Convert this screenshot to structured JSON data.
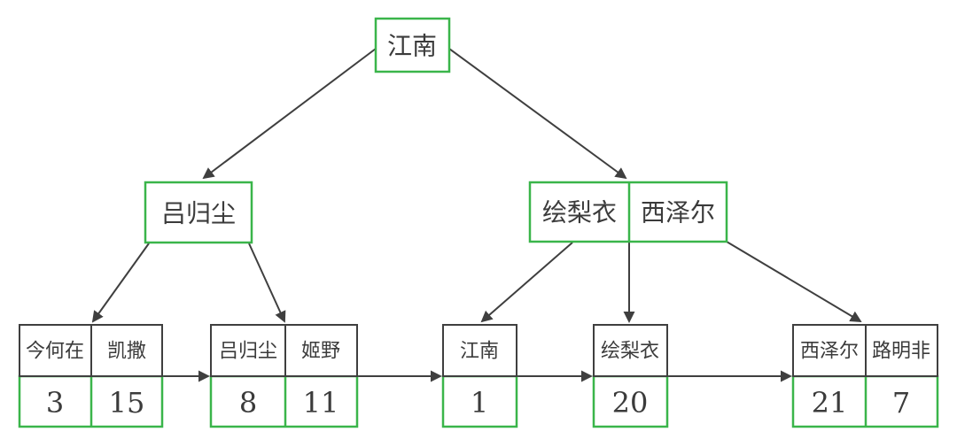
{
  "colors": {
    "green": "#3ab54a",
    "dark": "#3f3f3f",
    "text": "#3b3b3b",
    "bg": "#ffffff"
  },
  "tree": {
    "root": {
      "keys": [
        "江南"
      ]
    },
    "internal": [
      {
        "keys": [
          "吕归尘"
        ]
      },
      {
        "keys": [
          "绘梨衣",
          "西泽尔"
        ]
      }
    ],
    "leaves": [
      {
        "keys": [
          "今何在",
          "凯撒"
        ],
        "values": [
          "3",
          "15"
        ]
      },
      {
        "keys": [
          "吕归尘",
          "姬野"
        ],
        "values": [
          "8",
          "11"
        ]
      },
      {
        "keys": [
          "江南"
        ],
        "values": [
          "1"
        ]
      },
      {
        "keys": [
          "绘梨衣"
        ],
        "values": [
          "20"
        ]
      },
      {
        "keys": [
          "西泽尔",
          "路明非"
        ],
        "values": [
          "21",
          "7"
        ]
      }
    ]
  }
}
